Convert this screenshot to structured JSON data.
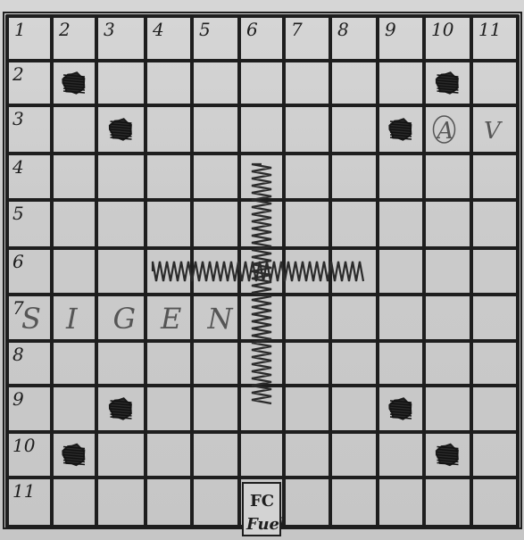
{
  "board": {
    "cols": 11,
    "rows": 11,
    "col_labels": [
      "1",
      "2",
      "3",
      "4",
      "5",
      "6",
      "7",
      "8",
      "9",
      "10",
      "11"
    ],
    "row_labels": [
      "1",
      "2",
      "3",
      "4",
      "5",
      "6",
      "7",
      "8",
      "9",
      "10",
      "11"
    ],
    "col_label_text": [
      "1",
      "2",
      "3",
      "4",
      "5",
      "6",
      "7",
      "8",
      "9",
      "10",
      "11"
    ],
    "row_label_text": [
      "1",
      "2",
      "3",
      "4",
      "5",
      "6",
      "7",
      "8",
      "9",
      "10",
      "11"
    ]
  },
  "blocked_squares": [
    {
      "col": 2,
      "row": 2
    },
    {
      "col": 3,
      "row": 3
    },
    {
      "col": 10,
      "row": 2
    },
    {
      "col": 9,
      "row": 3
    },
    {
      "col": 3,
      "row": 9
    },
    {
      "col": 9,
      "row": 9
    },
    {
      "col": 2,
      "row": 10
    },
    {
      "col": 10,
      "row": 10
    }
  ],
  "word_row7": [
    "S",
    "I",
    "G",
    "E",
    "N"
  ],
  "row3_letters": [
    {
      "col": 10,
      "text": "A",
      "circled": true
    },
    {
      "col": 11,
      "text": "V",
      "circled": false
    }
  ],
  "center_label": {
    "line1": "FC",
    "line2": "Fuel"
  },
  "colors": {
    "ink": "#1e1e1e",
    "pencil": "#555555",
    "paper": "#cfcfcf"
  }
}
